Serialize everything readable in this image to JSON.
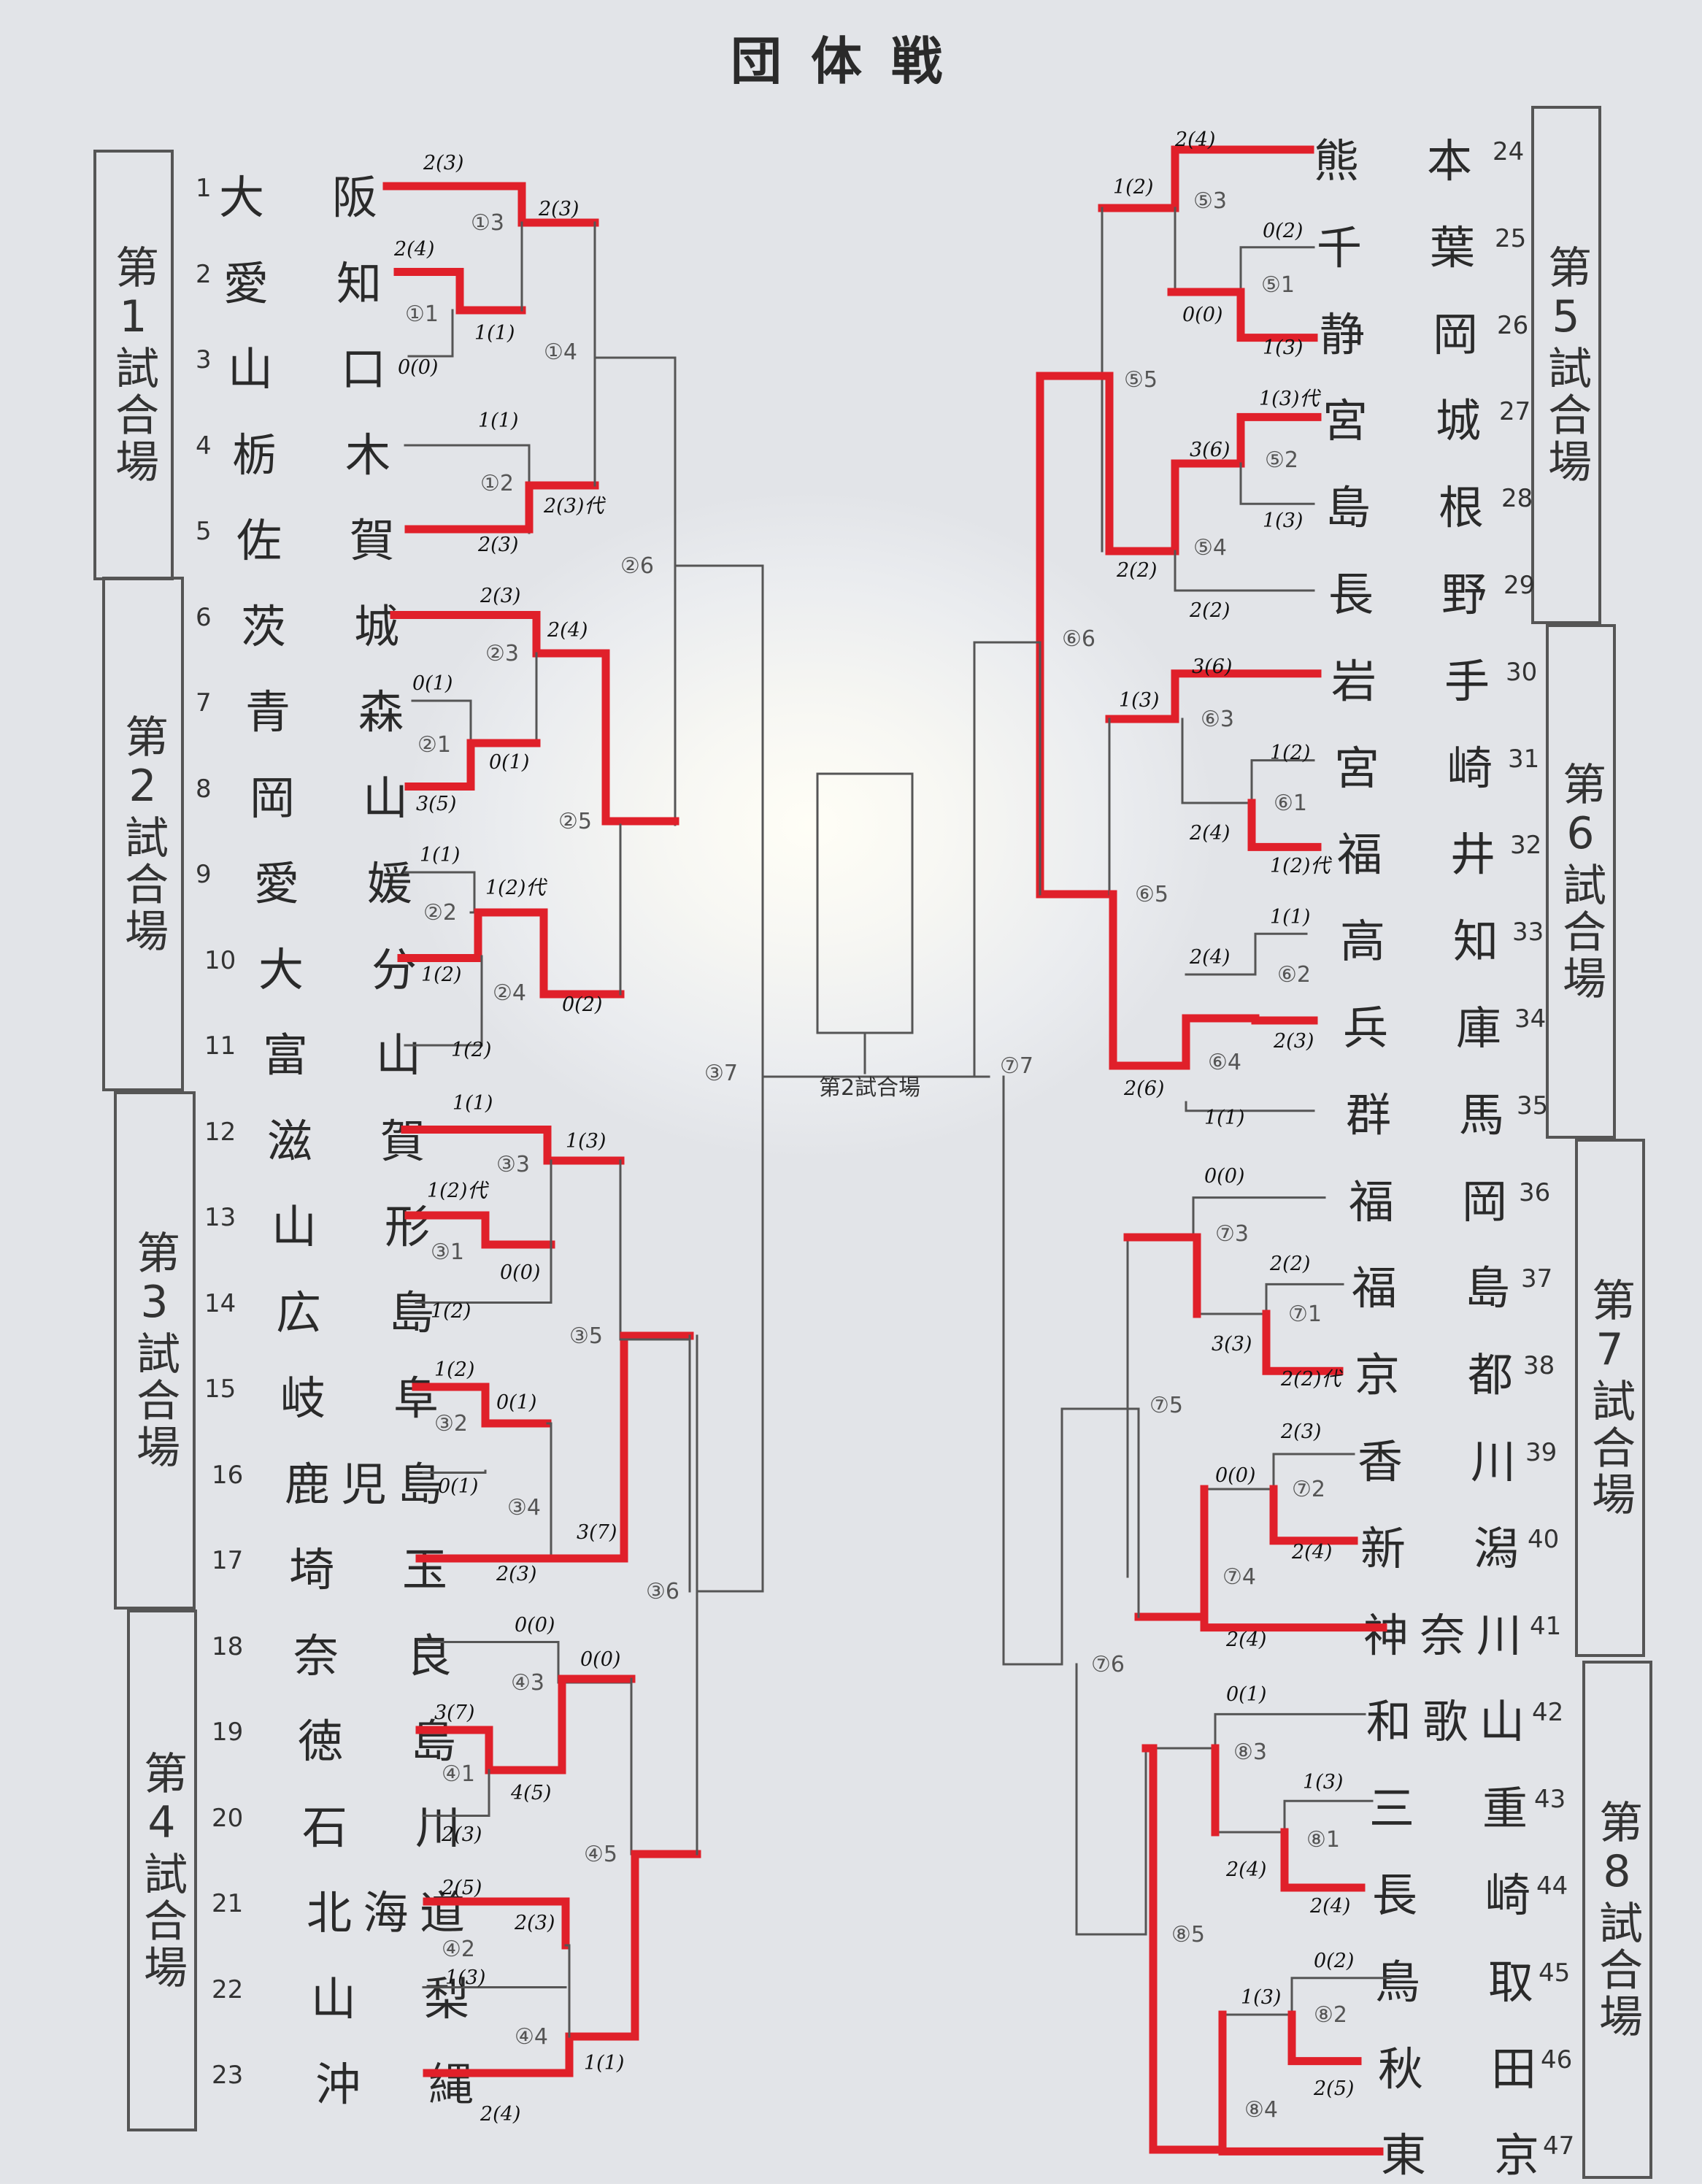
{
  "title": "団体戦",
  "venues": [
    "第1試合場",
    "第2試合場",
    "第3試合場",
    "第4試合場",
    "第5試合場",
    "第6試合場",
    "第7試合場",
    "第8試合場"
  ],
  "final_venue": "第2試合場",
  "teams": [
    {
      "no": "1",
      "name": "大阪"
    },
    {
      "no": "2",
      "name": "愛知"
    },
    {
      "no": "3",
      "name": "山口"
    },
    {
      "no": "4",
      "name": "栃木"
    },
    {
      "no": "5",
      "name": "佐賀"
    },
    {
      "no": "6",
      "name": "茨城"
    },
    {
      "no": "7",
      "name": "青森"
    },
    {
      "no": "8",
      "name": "岡山"
    },
    {
      "no": "9",
      "name": "愛媛"
    },
    {
      "no": "10",
      "name": "大分"
    },
    {
      "no": "11",
      "name": "富山"
    },
    {
      "no": "12",
      "name": "滋賀"
    },
    {
      "no": "13",
      "name": "山形"
    },
    {
      "no": "14",
      "name": "広島"
    },
    {
      "no": "15",
      "name": "岐阜"
    },
    {
      "no": "16",
      "name": "鹿児島"
    },
    {
      "no": "17",
      "name": "埼玉"
    },
    {
      "no": "18",
      "name": "奈良"
    },
    {
      "no": "19",
      "name": "徳島"
    },
    {
      "no": "20",
      "name": "石川"
    },
    {
      "no": "21",
      "name": "北海道"
    },
    {
      "no": "22",
      "name": "山梨"
    },
    {
      "no": "23",
      "name": "沖縄"
    },
    {
      "no": "24",
      "name": "熊本"
    },
    {
      "no": "25",
      "name": "千葉"
    },
    {
      "no": "26",
      "name": "静岡"
    },
    {
      "no": "27",
      "name": "宮城"
    },
    {
      "no": "28",
      "name": "島根"
    },
    {
      "no": "29",
      "name": "長野"
    },
    {
      "no": "30",
      "name": "岩手"
    },
    {
      "no": "31",
      "name": "宮崎"
    },
    {
      "no": "32",
      "name": "福井"
    },
    {
      "no": "33",
      "name": "高知"
    },
    {
      "no": "34",
      "name": "兵庫"
    },
    {
      "no": "35",
      "name": "群馬"
    },
    {
      "no": "36",
      "name": "福岡"
    },
    {
      "no": "37",
      "name": "福島"
    },
    {
      "no": "38",
      "name": "京都"
    },
    {
      "no": "39",
      "name": "香川"
    },
    {
      "no": "40",
      "name": "新潟"
    },
    {
      "no": "41",
      "name": "神奈川"
    },
    {
      "no": "42",
      "name": "和歌山"
    },
    {
      "no": "43",
      "name": "三重"
    },
    {
      "no": "44",
      "name": "長崎"
    },
    {
      "no": "45",
      "name": "鳥取"
    },
    {
      "no": "46",
      "name": "秋田"
    },
    {
      "no": "47",
      "name": "東京"
    }
  ],
  "match_labels": {
    "1-1": "①1",
    "1-2": "①2",
    "1-3": "①3",
    "1-4": "①4",
    "2-1": "②1",
    "2-2": "②2",
    "2-3": "②3",
    "2-4": "②4",
    "2-5": "②5",
    "2-6": "②6",
    "3-1": "③1",
    "3-2": "③2",
    "3-3": "③3",
    "3-4": "③4",
    "3-5": "③5",
    "3-6": "③6",
    "3-7": "③7",
    "4-1": "④1",
    "4-2": "④2",
    "4-3": "④3",
    "4-4": "④4",
    "4-5": "④5",
    "5-1": "⑤1",
    "5-2": "⑤2",
    "5-3": "⑤3",
    "5-4": "⑤4",
    "5-5": "⑤5",
    "6-1": "⑥1",
    "6-2": "⑥2",
    "6-3": "⑥3",
    "6-4": "⑥4",
    "6-5": "⑥5",
    "6-6": "⑥6",
    "7-1": "⑦1",
    "7-2": "⑦2",
    "7-3": "⑦3",
    "7-4": "⑦4",
    "7-5": "⑦5",
    "7-6": "⑦6",
    "7-7": "⑦7",
    "8-1": "⑧1",
    "8-2": "⑧2",
    "8-3": "⑧3",
    "8-4": "⑧4",
    "8-5": "⑧5"
  },
  "scores": {
    "s01": "2(3)",
    "s02": "2(3)",
    "s03": "2(4)",
    "s04": "1(1)",
    "s05": "0(0)",
    "s06": "1(1)",
    "s07": "2(3)代",
    "s08": "2(3)",
    "s09": "2(3)",
    "s10": "2(4)",
    "s11": "0(1)",
    "s12": "0(1)",
    "s13": "3(5)",
    "s14": "1(1)",
    "s15": "1(2)代",
    "s16": "1(2)",
    "s17": "0(2)",
    "s18": "1(2)",
    "s19": "1(1)",
    "s20": "1(3)",
    "s21": "1(2)代",
    "s22": "0(0)",
    "s23": "1(2)",
    "s24": "1(2)",
    "s25": "0(1)",
    "s26": "0(1)",
    "s27": "3(7)",
    "s28": "2(3)",
    "s29": "0(0)",
    "s30": "0(0)",
    "s31": "3(7)",
    "s32": "4(5)",
    "s33": "2(3)",
    "s34": "2(5)",
    "s35": "2(3)",
    "s36": "1(3)",
    "s37": "1(1)",
    "s38": "2(4)",
    "r01": "2(4)",
    "r02": "1(2)",
    "r03": "0(2)",
    "r04": "0(0)",
    "r05": "1(3)",
    "r06": "1(3)代",
    "r07": "3(6)",
    "r08": "1(3)",
    "r09": "2(2)",
    "r10": "2(2)",
    "r11": "3(6)",
    "r12": "1(3)",
    "r13": "1(2)",
    "r14": "2(4)",
    "r15": "1(2)代",
    "r16": "1(1)",
    "r17": "2(4)",
    "r18": "2(3)",
    "r19": "2(6)",
    "r20": "1(1)",
    "r21": "0(0)",
    "r22": "2(2)",
    "r23": "3(3)",
    "r24": "2(2)代",
    "r25": "2(3)",
    "r26": "0(0)",
    "r27": "2(4)",
    "r28": "2(4)",
    "r29": "0(1)",
    "r30": "1(3)",
    "r31": "2(4)",
    "r32": "2(4)",
    "r33": "0(2)",
    "r34": "1(3)",
    "r35": "2(5)"
  },
  "colors": {
    "line": "#555555",
    "winner": "#e0202a",
    "ink": "#2a2a2a"
  }
}
